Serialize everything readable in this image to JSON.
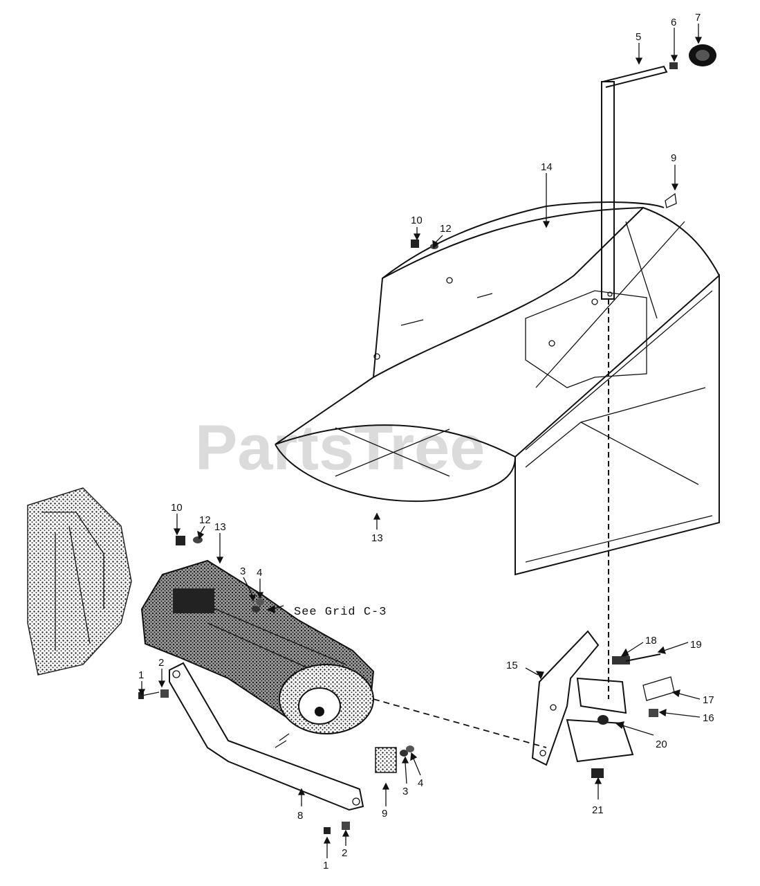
{
  "watermark": "PartsTree",
  "note": "See Grid C-3",
  "callouts": {
    "p1a": "1",
    "p2a": "2",
    "p1b": "1",
    "p2b": "2",
    "p3a": "3",
    "p4a": "4",
    "p3b": "3",
    "p4b": "4",
    "p5": "5",
    "p6": "6",
    "p7": "7",
    "p8": "8",
    "p9a": "9",
    "p9b": "9",
    "p10a": "10",
    "p12a": "12",
    "p10b": "10",
    "p12b": "12",
    "p13a": "13",
    "p13b": "13",
    "p14": "14",
    "p15": "15",
    "p16": "16",
    "p17": "17",
    "p18": "18",
    "p19": "19",
    "p20": "20",
    "p21": "21"
  }
}
